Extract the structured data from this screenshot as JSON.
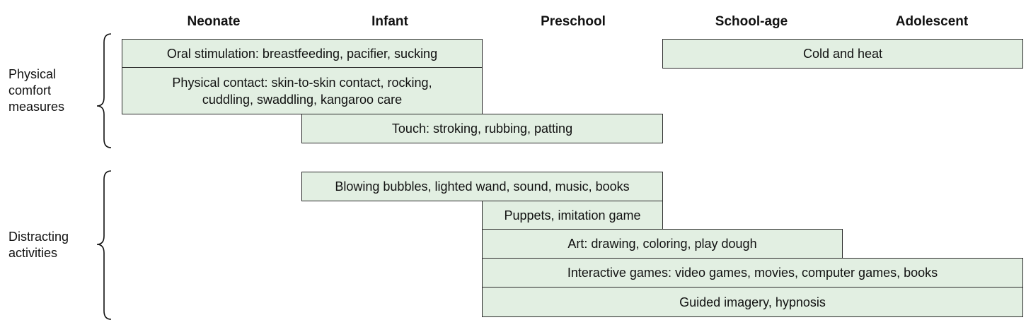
{
  "colors": {
    "bar_fill": "#e2efe2",
    "bar_border": "#2a2a2a",
    "text": "#111111"
  },
  "columns": [
    {
      "key": "neonate",
      "label": "Neonate"
    },
    {
      "key": "infant",
      "label": "Infant"
    },
    {
      "key": "preschool",
      "label": "Preschool"
    },
    {
      "key": "school_age",
      "label": "School-age"
    },
    {
      "key": "adolescent",
      "label": "Adolescent"
    }
  ],
  "groups": [
    {
      "label_lines": [
        "Physical",
        "comfort",
        "measures"
      ],
      "bars": [
        {
          "lines": [
            "Oral stimulation: breastfeeding, pacifier, sucking"
          ],
          "from": "Neonate",
          "to": "Infant"
        },
        {
          "lines": [
            "Physical contact: skin-to-skin contact, rocking,",
            "cuddling, swaddling, kangaroo care"
          ],
          "from": "Neonate",
          "to": "Infant"
        },
        {
          "lines": [
            "Touch: stroking, rubbing, patting"
          ],
          "from": "Infant",
          "to": "Preschool"
        },
        {
          "lines": [
            "Cold and heat"
          ],
          "from": "School-age",
          "to": "Adolescent"
        }
      ]
    },
    {
      "label_lines": [
        "Distracting",
        "activities"
      ],
      "bars": [
        {
          "lines": [
            "Blowing bubbles, lighted wand, sound, music, books"
          ],
          "from": "Infant",
          "to": "Preschool"
        },
        {
          "lines": [
            "Puppets, imitation game"
          ],
          "from": "Preschool",
          "to": "Preschool"
        },
        {
          "lines": [
            "Art: drawing, coloring, play dough"
          ],
          "from": "Preschool",
          "to": "School-age"
        },
        {
          "lines": [
            "Interactive games: video games, movies, computer games, books"
          ],
          "from": "Preschool",
          "to": "Adolescent"
        },
        {
          "lines": [
            "Guided imagery, hypnosis"
          ],
          "from": "Preschool",
          "to": "Adolescent"
        }
      ]
    }
  ]
}
